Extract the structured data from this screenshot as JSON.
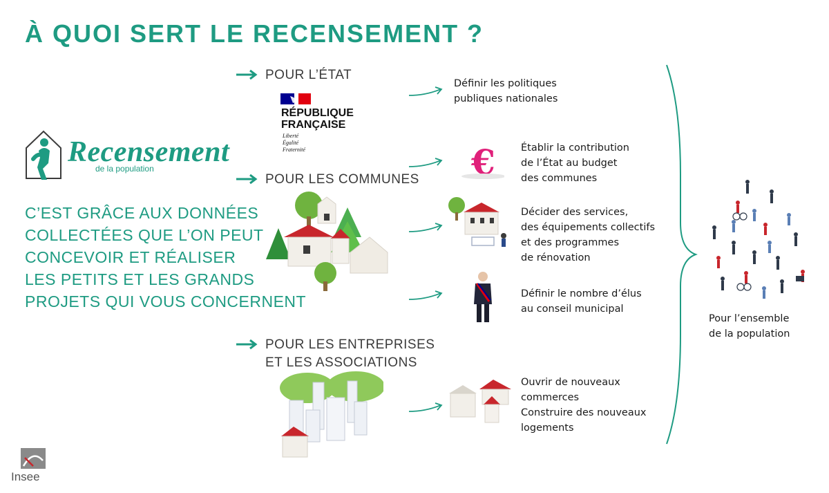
{
  "title": "À QUOI SERT LE RECENSEMENT ?",
  "logo": {
    "word": "Recensement",
    "subtitle": "de la population"
  },
  "tagline": [
    "C’EST GRÂCE AUX DONNÉES",
    "COLLECTÉES QUE L’ON PEUT",
    "CONCEVOIR ET RÉALISER",
    "LES PETITS ET LES GRANDS",
    "PROJETS QUI VOUS CONCERNENT"
  ],
  "republique": {
    "name": [
      "RÉPUBLIQUE",
      "FRANÇAISE"
    ],
    "motto": [
      "Liberté",
      "Égalité",
      "Fraternité"
    ]
  },
  "sections": {
    "etat": [
      "POUR L’ÉTAT"
    ],
    "communes": [
      "POUR LES COMMUNES"
    ],
    "entreprises": [
      "POUR LES ENTREPRISES",
      "ET LES ASSOCIATIONS"
    ]
  },
  "items": [
    {
      "lines": [
        "Définir les politiques",
        "publiques nationales"
      ]
    },
    {
      "lines": [
        "Établir la contribution",
        "de l’État au budget",
        "des communes"
      ]
    },
    {
      "lines": [
        "Décider des services,",
        "des équipements collectifs",
        "et des programmes",
        "de rénovation"
      ]
    },
    {
      "lines": [
        "Définir le nombre d’élus",
        "au conseil municipal"
      ]
    },
    {
      "lines": [
        "Ouvrir de nouveaux",
        "commerces",
        "Construire des nouveaux",
        "logements"
      ]
    }
  ],
  "euro_symbol": "€",
  "population": [
    "Pour l’ensemble",
    "de la population"
  ],
  "insee": "Insee",
  "colors": {
    "accent": "#1e9b82",
    "euro": "#e0207a",
    "roof": "#c8262c",
    "tree": "#6fb33f",
    "flag_blue": "#000091",
    "flag_red": "#e1000f"
  }
}
